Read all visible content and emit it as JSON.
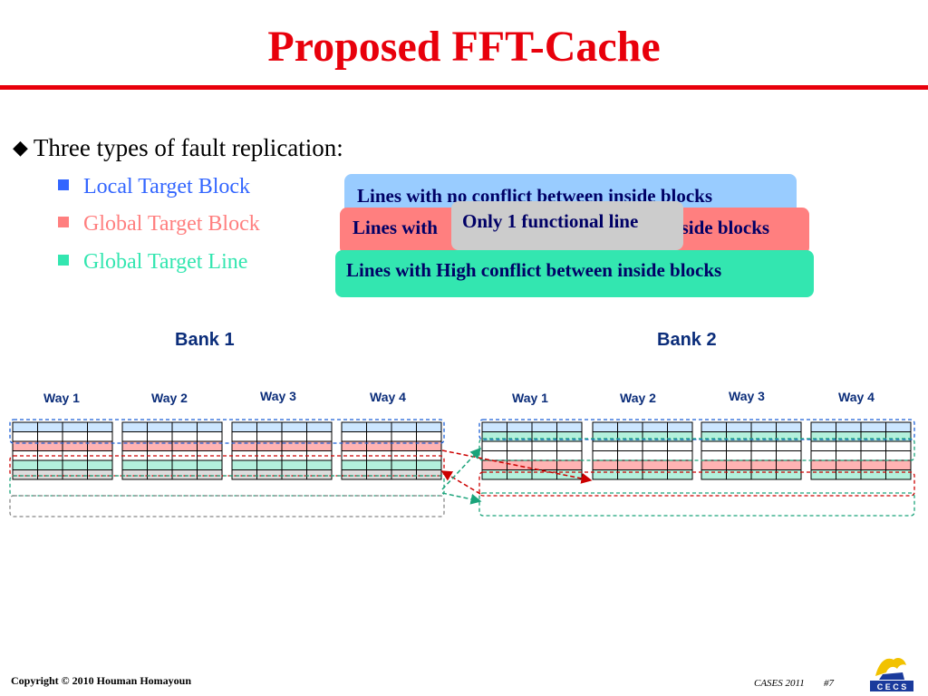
{
  "title": "Proposed FFT-Cache",
  "main_bullet": "Three types of fault replication:",
  "sub_bullets": [
    {
      "label": "Local Target Block",
      "color": "#3366ff"
    },
    {
      "label": "Global Target Block",
      "color": "#ff7f7f"
    },
    {
      "label": "Global Target Line",
      "color": "#33e6b0"
    }
  ],
  "callouts": {
    "no_conflict": "Lines with no conflict between inside blocks",
    "some_conflict_left": "Lines with",
    "some_conflict_right": "nside blocks",
    "only_functional": "Only 1 functional line",
    "high_conflict": "Lines with High conflict between inside blocks"
  },
  "banks": [
    {
      "label": "Bank 1",
      "ways": [
        "Way 1",
        "Way 2",
        "Way 3",
        "Way 4"
      ]
    },
    {
      "label": "Bank 2",
      "ways": [
        "Way 1",
        "Way 2",
        "Way 3",
        "Way 4"
      ]
    }
  ],
  "row_colors": {
    "blue": "#cce6ff",
    "red": "#ffb3b3",
    "green": "#b3f0dc",
    "gray": "#dcdcdc",
    "white": "#ffffff"
  },
  "footer": {
    "copyright": "Copyright © 2010 Houman Homayoun",
    "slide": "CASES 2011",
    "page": "#7",
    "logo_text": "C E C S"
  },
  "colors": {
    "title_red": "#e8000b",
    "dark_blue": "#0b2d7a",
    "arrow_red": "#cc0000",
    "arrow_green": "#1aa37a"
  }
}
